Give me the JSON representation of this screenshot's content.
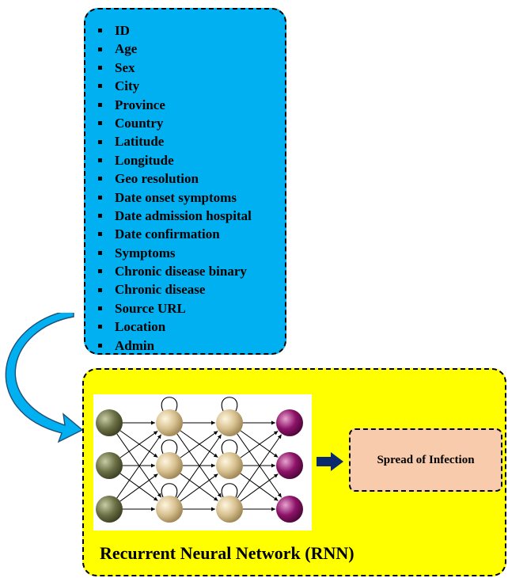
{
  "features": {
    "items": [
      "ID",
      "Age",
      "Sex",
      "City",
      "Province",
      "Country",
      "Latitude",
      "Longitude",
      "Geo resolution",
      "Date onset symptoms",
      "Date admission hospital",
      "Date confirmation",
      "Symptoms",
      "Chronic disease binary",
      "Chronic disease",
      "Source URL",
      "Location",
      "Admin"
    ],
    "box_color": "#00b0f0"
  },
  "model": {
    "title": "Recurrent Neural Network (RNN)",
    "box_color": "#ffff00",
    "network": {
      "layers": [
        {
          "name": "input",
          "nodes": 3,
          "color": "#6b7045",
          "recurrent": false
        },
        {
          "name": "hidden-1",
          "nodes": 3,
          "color": "#d7c08f",
          "recurrent": true
        },
        {
          "name": "hidden-2",
          "nodes": 3,
          "color": "#d7c08f",
          "recurrent": true
        },
        {
          "name": "output",
          "nodes": 3,
          "color": "#8d1268",
          "recurrent": false
        }
      ]
    }
  },
  "output": {
    "label": "Spread of Infection",
    "box_color": "#f8cbad",
    "arrow_color": "#0b2a6d"
  },
  "flow_arrow_color": "#00b0f0"
}
